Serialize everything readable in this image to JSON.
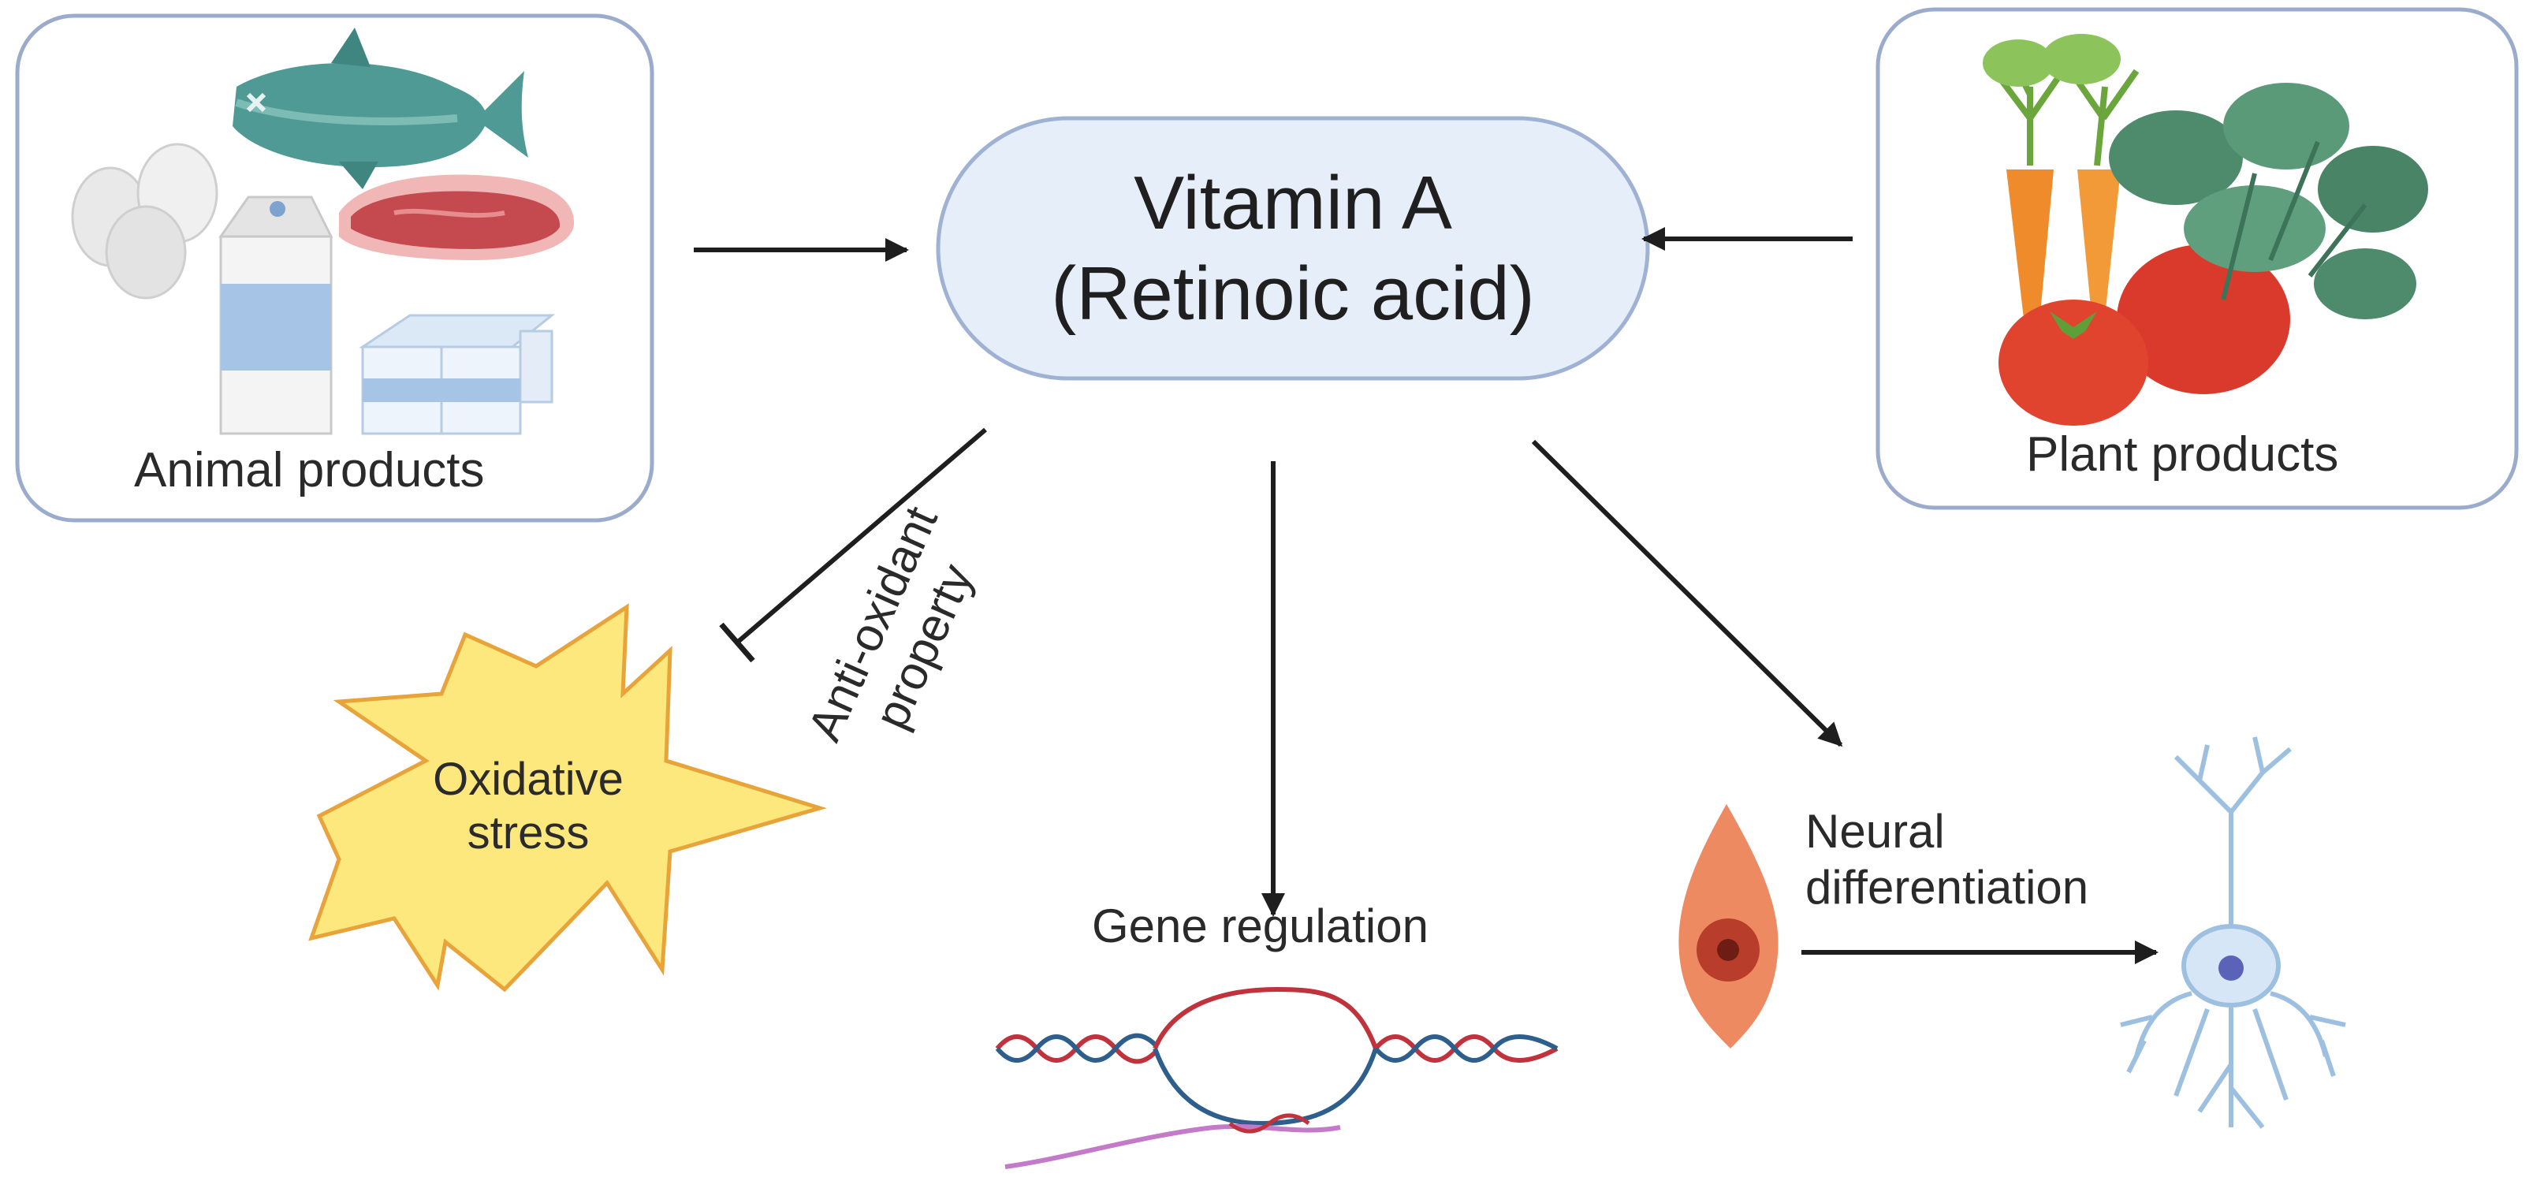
{
  "center": {
    "line1": "Vitamin A",
    "line2": "(Retinoic acid)"
  },
  "sources": {
    "animal": {
      "label": "Animal products",
      "icons": [
        "fish-icon",
        "eggs-icon",
        "milk-carton-icon",
        "meat-icon",
        "yogurt-icon"
      ]
    },
    "plant": {
      "label": "Plant products",
      "icons": [
        "carrot-icon",
        "tomato-icon",
        "leafy-greens-icon"
      ]
    }
  },
  "effects": {
    "antioxidant": {
      "line1": "Anti-oxidant",
      "line2": "property"
    },
    "stress": {
      "line1": "Oxidative",
      "line2": "stress"
    },
    "gene": {
      "label": "Gene regulation"
    },
    "neural": {
      "line1": "Neural",
      "line2": "differentiation"
    }
  },
  "colors": {
    "box_border": "#9aabcc",
    "center_fill": "#e6eef9",
    "center_border": "#9fb2d3",
    "arrow": "#1e1e1e",
    "star_fill": "#fce87c",
    "star_border": "#e8a33a",
    "dna_red": "#c0323c",
    "dna_blue": "#2e5f8c",
    "rna_purple": "#c37ac9",
    "cell_orange": "#ee8a62",
    "neuron_blue": "#d6e6f6"
  }
}
